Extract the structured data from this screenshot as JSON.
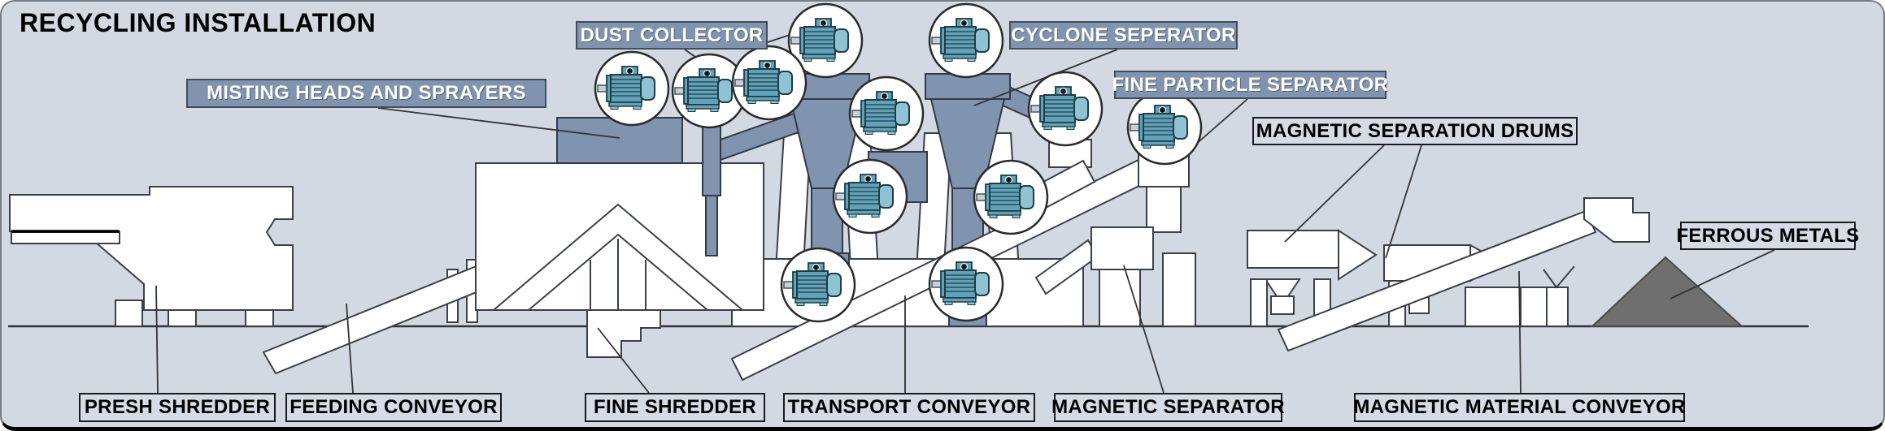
{
  "title": "RECYCLING INSTALLATION",
  "labels": {
    "misting": "MISTING HEADS AND SPRAYERS",
    "dust": "DUST COLLECTOR",
    "cyclone": "CYCLONE SEPERATOR",
    "fine_particle": "FINE PARTICLE SEPARATOR",
    "drums": "MAGNETIC SEPARATION DRUMS",
    "ferrous": "FERROUS METALS",
    "presh": "PRESH SHREDDER",
    "feeding": "FEEDING CONVEYOR",
    "fine_shredder": "FINE SHREDDER",
    "transport": "TRANSPORT CONVEYOR",
    "mag_sep": "MAGNETIC SEPARATOR",
    "mag_conv": "MAGNETIC MATERIAL CONVEYOR"
  },
  "icons": {
    "motor": "electric-motor-icon",
    "motor_count": 12
  },
  "colors": {
    "background": "#D3D9E3",
    "machine_fill": "#FFFFFF",
    "machine_stroke": "#3A3F48",
    "slate_equipment": "#8093AF",
    "badge_dark_bg": "#8093AF",
    "badge_dark_text": "#FFFFFF",
    "badge_light_bg": "#D6DCE6",
    "badge_light_text": "#000000",
    "motor_body": "#62A2B8",
    "motor_cap": "#8FC2D2",
    "ferrous_pile": "#6F6F6F",
    "ground_line": "#333333"
  }
}
